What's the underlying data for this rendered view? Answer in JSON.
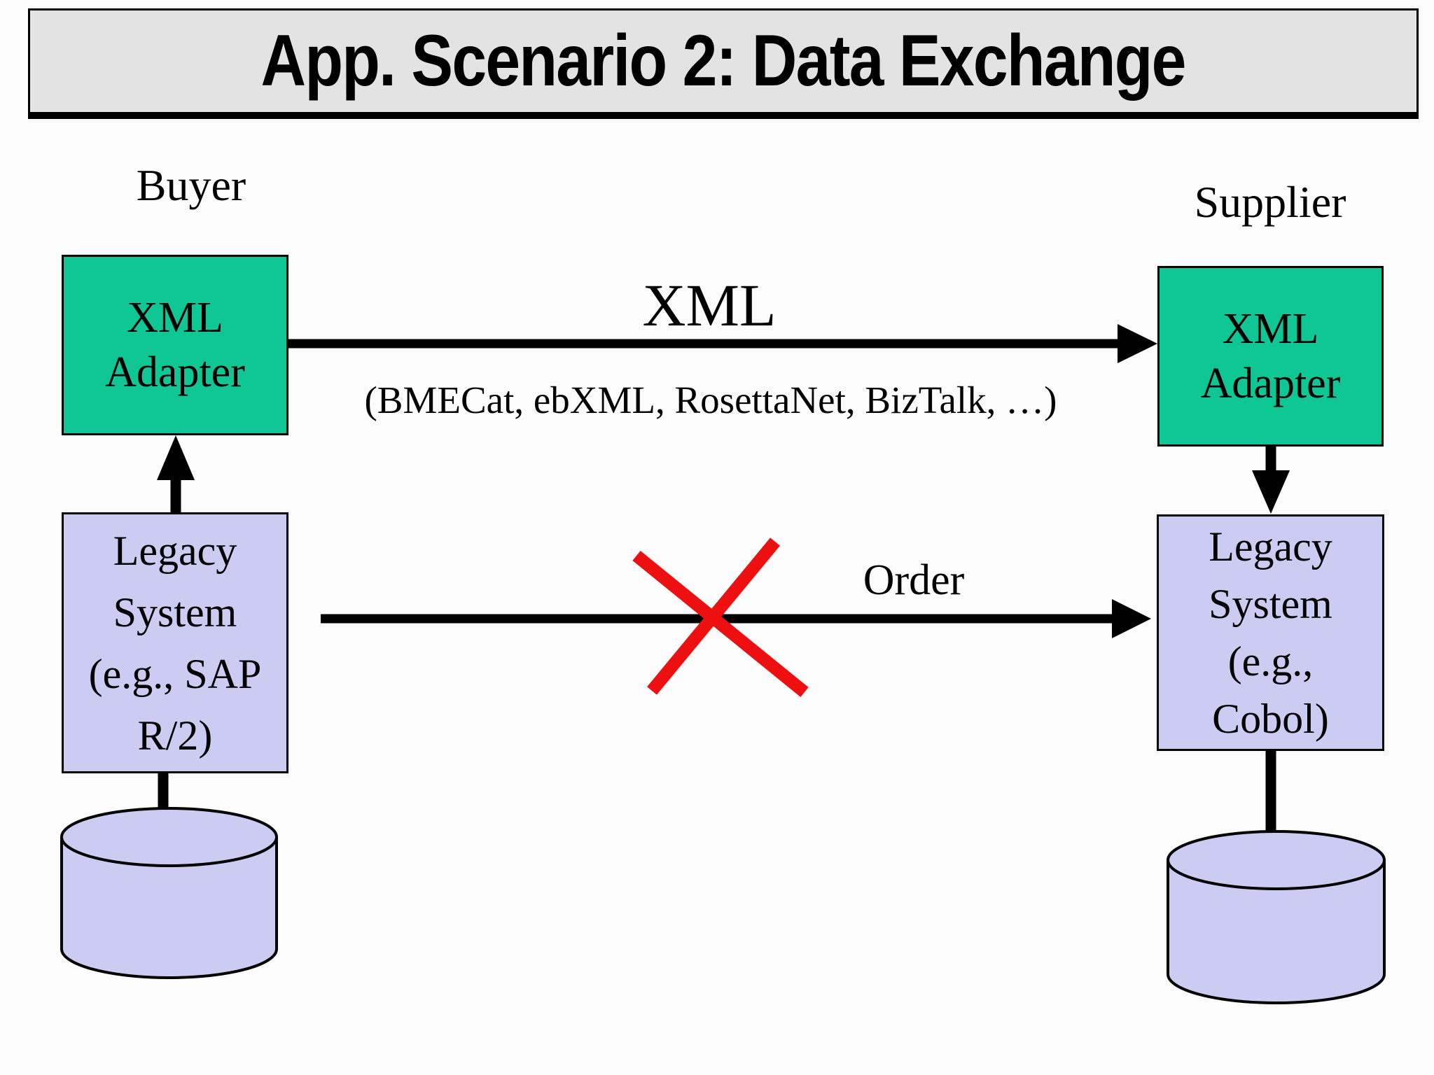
{
  "slide": {
    "title": "App. Scenario 2: Data Exchange"
  },
  "actors": {
    "buyer": "Buyer",
    "supplier": "Supplier"
  },
  "boxes": {
    "buyer_xml_adapter": {
      "lines": [
        "XML",
        "Adapter"
      ]
    },
    "supplier_xml_adapter": {
      "lines": [
        "XML",
        "Adapter"
      ]
    },
    "buyer_legacy_system": {
      "lines": [
        "Legacy",
        "System",
        "(e.g., SAP",
        "R/2)"
      ]
    },
    "supplier_legacy_system": {
      "lines": [
        "Legacy",
        "System",
        "(e.g.,",
        "Cobol)"
      ]
    }
  },
  "arrows": {
    "xml_arrow": {
      "label": "XML",
      "sublabel": "(BMECat, ebXML, RosettaNet, BizTalk, …)"
    },
    "order_arrow": {
      "label": "Order",
      "status": "blocked"
    }
  },
  "colors": {
    "adapter_fill": "#0fc795",
    "legacy_fill": "#ccccf2",
    "cylinder_fill": "#ccccf2",
    "title_bar_fill": "#e3e3e3",
    "line_color": "#000000",
    "blocked_x_color": "#ee1010"
  }
}
